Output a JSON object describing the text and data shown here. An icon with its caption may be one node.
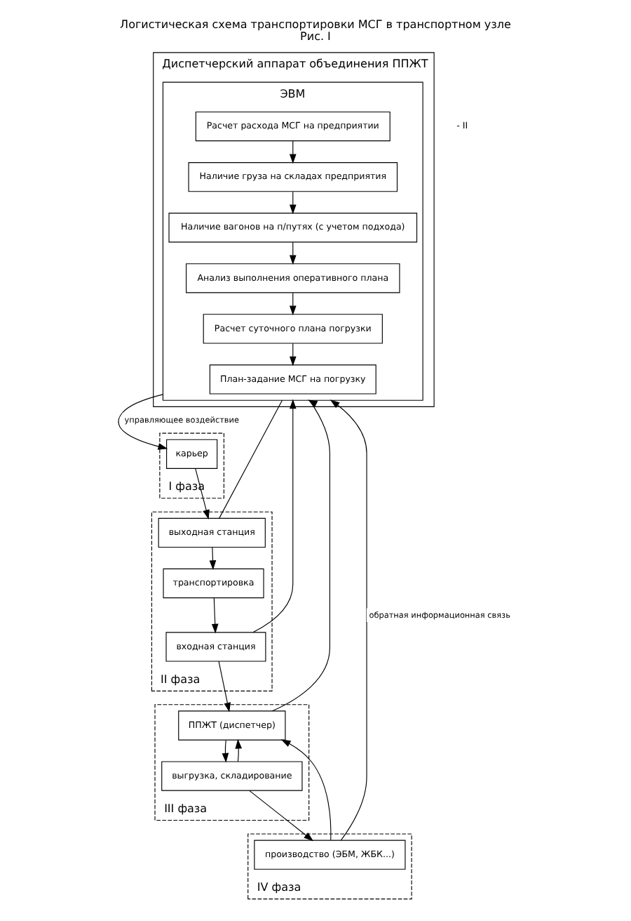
{
  "diagram": {
    "title": "Логистическая схема транспортировки МСГ в транспортном узле",
    "caption": "Рис. I",
    "nodes": [
      {
        "text": [
          "Диспетчерский аппарат объединения ППЖТ"
        ]
      },
      {
        "text": [
          "ЭВМ"
        ],
        "in": 0
      },
      {
        "text": [
          "План-задание МСГ на погрузку"
        ],
        "in": 1
      },
      {
        "text": [
          "Расчет суточного плана погрузки"
        ],
        "in": 1
      },
      {
        "text": [
          "Анализ выполнения оперативного плана"
        ],
        "in": 1
      },
      {
        "text": [
          "Наличие вагонов на п/путях (с учетом подхода)"
        ],
        "in": 1
      },
      {
        "text": [
          "Наличие груза на складах предприятия"
        ],
        "in": 1
      },
      {
        "text": [
          "Расчет расхода МСГ на предприятии"
        ],
        "in": 1
      },
      {
        "text": [
          "I фаза"
        ]
      },
      {
        "text": [
          "карьер"
        ],
        "in": 8
      },
      {
        "text": [
          "II фаза"
        ]
      },
      {
        "text": [
          "выходная станция"
        ],
        "in": 10
      },
      {
        "text": [
          "транспортировка"
        ],
        "in": 10
      },
      {
        "text": [
          "входная станция"
        ],
        "in": 10
      },
      {
        "text": [
          "III фаза"
        ]
      },
      {
        "text": [
          "ППЖТ (диспетчер)"
        ],
        "in": 14
      },
      {
        "text": [
          "выгрузка, складирование"
        ],
        "in": 14
      },
      {
        "text": [
          "IV фаза"
        ]
      },
      {
        "text": [
          "производство (ЭБМ, ЖБК...)"
        ],
        "in": 17
      }
    ],
    "edges": [
      {
        "from": 3,
        "to": 2,
        "arrow": "to"
      },
      {
        "from": 4,
        "to": 3,
        "arrow": "to"
      },
      {
        "from": 5,
        "to": 4,
        "arrow": "to"
      },
      {
        "from": 6,
        "to": 5,
        "arrow": "to"
      },
      {
        "from": 7,
        "to": 6,
        "arrow": "to"
      },
      {
        "from": 9,
        "to": 11,
        "arrow": "to"
      },
      {
        "from": 11,
        "to": 12,
        "arrow": "to"
      },
      {
        "from": 12,
        "to": 13,
        "arrow": "to"
      },
      {
        "from": 13,
        "to": 15,
        "arrow": "to"
      },
      {
        "from": 15,
        "to": 16,
        "arrow": "to"
      },
      {
        "from": 16,
        "to": 18,
        "arrow": "to"
      },
      {
        "from": 16,
        "to": 15,
        "arrow": "to"
      },
      {
        "from": 18,
        "to": 15,
        "arrow": "to"
      },
      {
        "from": 1,
        "to": 9,
        "arrow": "to",
        "label": "управляющее воздействие"
      },
      {
        "from": 11,
        "to": 1,
        "arrow": "none"
      },
      {
        "from": 13,
        "to": 1,
        "arrow": "to"
      },
      {
        "from": 15,
        "to": 1,
        "arrow": "to"
      },
      {
        "from": 18,
        "to": 1,
        "arrow": "to",
        "label": "обратная информационная связь"
      }
    ],
    "labels": [
      "- II"
    ]
  }
}
